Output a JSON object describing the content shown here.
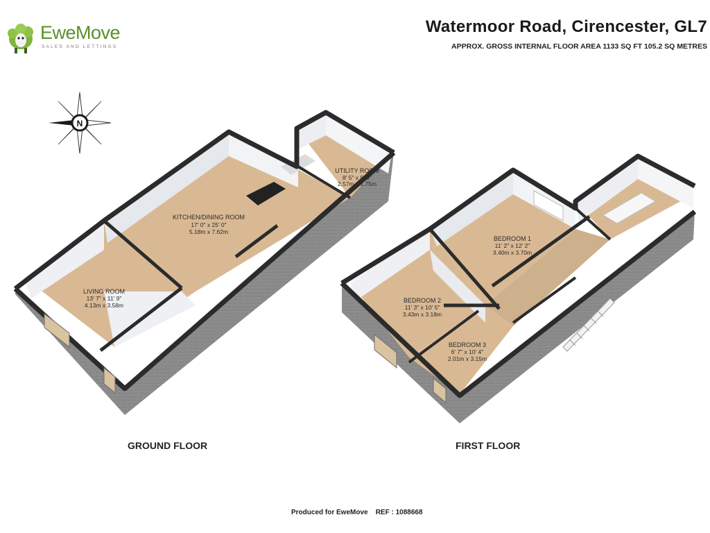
{
  "brand": {
    "name": "EweMove",
    "tagline": "SALES AND LETTINGS",
    "color": "#5a8f2a"
  },
  "header": {
    "title": "Watermoor Road, Cirencester, GL7",
    "subtitle": "APPROX. GROSS INTERNAL FLOOR AREA 1133 SQ FT 105.2 SQ METRES"
  },
  "compass": {
    "label": "N",
    "icon": "compass-icon"
  },
  "floors": [
    {
      "label": "GROUND FLOOR",
      "rooms": [
        {
          "name": "KITCHEN/DINING ROOM",
          "imperial": "17' 0\" x 25' 0\"",
          "metric": "5.18m x 7.62m"
        },
        {
          "name": "UTILITY ROOM",
          "imperial": "8' 5\" x 5' 9\"",
          "metric": "2.57m x 1.75m"
        },
        {
          "name": "LIVING ROOM",
          "imperial": "13' 7\" x 11' 9\"",
          "metric": "4.13m x 3.58m"
        }
      ]
    },
    {
      "label": "FIRST FLOOR",
      "rooms": [
        {
          "name": "BEDROOM 1",
          "imperial": "11' 2\" x 12' 2\"",
          "metric": "3.40m x 3.70m"
        },
        {
          "name": "BEDROOM 2",
          "imperial": "11' 3\" x 10' 5\"",
          "metric": "3.43m x 3.18m"
        },
        {
          "name": "BEDROOM 3",
          "imperial": "6' 7\" x 10' 4\"",
          "metric": "2.01m x 3.15m"
        }
      ]
    }
  ],
  "footer": {
    "produced_for": "Produced for EweMove",
    "ref": "REF : 1088668"
  },
  "colors": {
    "floor": "#d9b994",
    "wall_top": "#2b2b2b",
    "wall_inner": "#e9ecef",
    "brick": "#8e8e8e"
  }
}
